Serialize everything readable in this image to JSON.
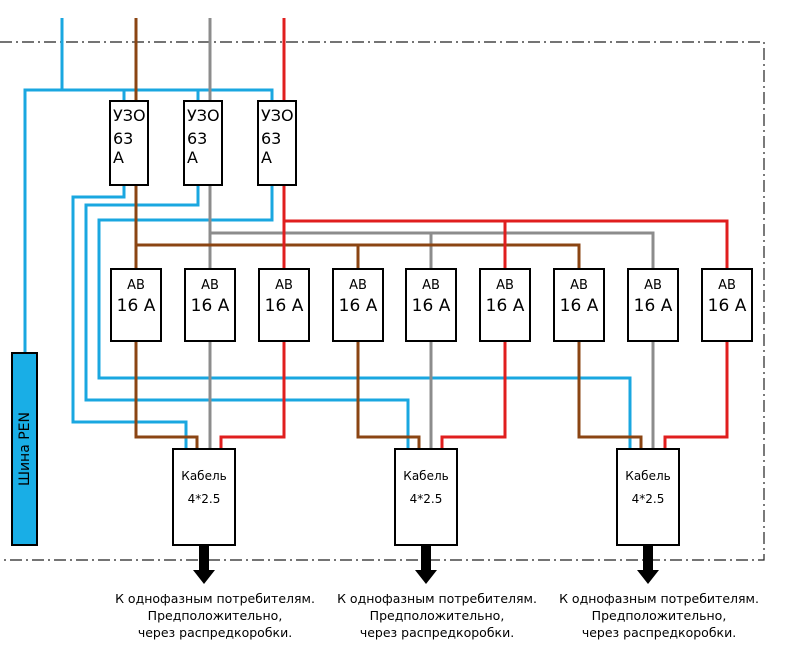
{
  "colors": {
    "neutral": "#1aa7e0",
    "phase_l1": "#8b4513",
    "phase_l2": "#8c8c8c",
    "phase_l3": "#e01e1e",
    "pen_bus": "#19aee6",
    "outline": "#000000"
  },
  "rcd": [
    {
      "line1": "УЗО",
      "line2": "63 А"
    },
    {
      "line1": "УЗО",
      "line2": "63 А"
    },
    {
      "line1": "УЗО",
      "line2": "63 А"
    }
  ],
  "breakers": [
    {
      "line1": "АВ",
      "line2": "16 А"
    },
    {
      "line1": "АВ",
      "line2": "16 А"
    },
    {
      "line1": "АВ",
      "line2": "16 А"
    },
    {
      "line1": "АВ",
      "line2": "16 А"
    },
    {
      "line1": "АВ",
      "line2": "16 А"
    },
    {
      "line1": "АВ",
      "line2": "16 А"
    },
    {
      "line1": "АВ",
      "line2": "16 А"
    },
    {
      "line1": "АВ",
      "line2": "16 А"
    },
    {
      "line1": "АВ",
      "line2": "16 А"
    }
  ],
  "cables": [
    {
      "line1": "Кабель",
      "line2": "4*2.5"
    },
    {
      "line1": "Кабель",
      "line2": "4*2.5"
    },
    {
      "line1": "Кабель",
      "line2": "4*2.5"
    }
  ],
  "pen_bus": {
    "label": "Шина PEN"
  },
  "captions": [
    {
      "line1": "К однофазным потребителям.",
      "line2": "Предположительно,",
      "line3": "через распредкоробки."
    },
    {
      "line1": "К однофазным потребителям.",
      "line2": "Предположительно,",
      "line3": "через распредкоробки."
    },
    {
      "line1": "К однофазным потребителям.",
      "line2": "Предположительно,",
      "line3": "через распредкоробки."
    }
  ]
}
